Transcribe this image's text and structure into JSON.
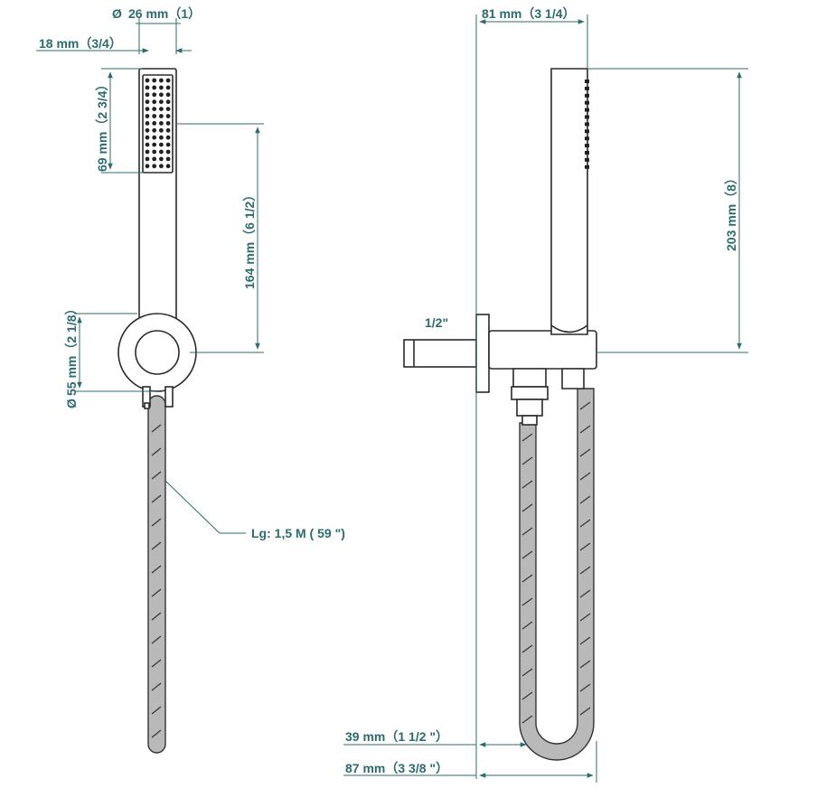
{
  "front_view": {
    "diameter_symbol": "Ø",
    "head_diameter": "26 mm（1）",
    "head_width": "18 mm（3/4）",
    "spray_length": "69 mm（2 3/4）",
    "head_to_bracket": "164 mm（6 1/2）",
    "bracket_diameter": "55 mm（2 1/8）",
    "hose_length": "Lg: 1,5 M ( 59 \")"
  },
  "side_view": {
    "overall_depth": "81 mm（3 1/4）",
    "overall_height": "203 mm（8）",
    "inlet_thread": "1/2\"",
    "hose_outlet_offset": "39 mm（1 1/2 \"）",
    "total_projection": "87 mm（3 3/8 \"）"
  },
  "colors": {
    "dimension": "#2c6b6e",
    "outline": "#2a2a2a",
    "hose_fill": "#b9b9b9"
  }
}
